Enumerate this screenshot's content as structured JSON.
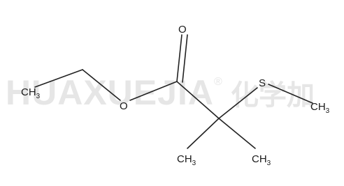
{
  "watermark": {
    "latin": "HUAXUEJIA",
    "registered": "®",
    "chinese": "化学加"
  },
  "atoms": {
    "ethyl_ch3": {
      "base": "CH",
      "sub": "3"
    },
    "ester_o": {
      "base": "O"
    },
    "carbonyl_o": {
      "base": "O"
    },
    "sulfur": {
      "base": "S"
    },
    "s_methyl": {
      "base": "CH",
      "sub": "3"
    },
    "methyl_left": {
      "base": "CH",
      "sub": "3"
    },
    "methyl_right": {
      "base": "CH",
      "sub": "3"
    }
  },
  "colors": {
    "bond": "#222222",
    "atom_label": "#1a1a1a",
    "watermark": "#e6e6e6",
    "background": "#ffffff"
  }
}
